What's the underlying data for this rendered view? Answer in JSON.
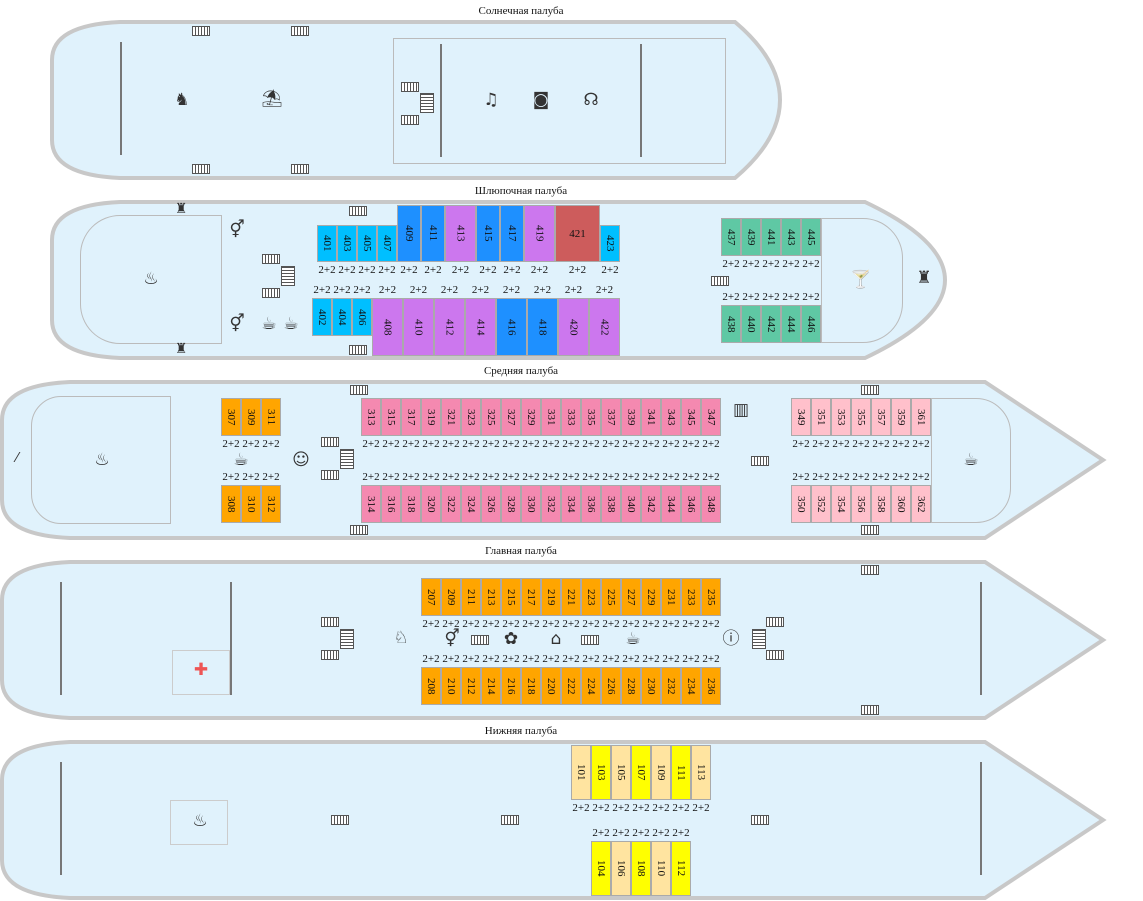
{
  "palette": {
    "cyan": "#00bfff",
    "blue": "#1e90ff",
    "purple": "#cc77ee",
    "red": "#cd5c5c",
    "green": "#5fc8a4",
    "orange": "#ffa500",
    "pink": "#f489b0",
    "lightpink": "#ffc0cb",
    "yellow": "#ffff00",
    "cream": "#ffe4a0",
    "hull_fill": "#e0f2fc",
    "hull_stroke": "#c8c8c8"
  },
  "decks": {
    "sun": {
      "title": "Солнечная палуба"
    },
    "boat": {
      "title": "Шлюпочная палуба"
    },
    "middle": {
      "title": "Средняя палуба"
    },
    "main": {
      "title": "Главная палуба"
    },
    "lower": {
      "title": "Нижняя палуба"
    }
  },
  "icons": {
    "chess": "♞",
    "beach": "⛱",
    "music": "♫",
    "camera": "◙",
    "headphones": "☊",
    "restaurant": "♨",
    "wc": "⚥",
    "coffee": "☕",
    "bar": "🍸",
    "tables": "♜",
    "smoking": "⁄",
    "baby": "☺",
    "rocking_horse": "♘",
    "palette": "✿",
    "iron": "⌂",
    "info": "ⓘ",
    "medical": "✚",
    "sauna": "♨",
    "library": "▥"
  },
  "capacity_label": "2+2",
  "groups": {
    "g401": {
      "color": "cyan",
      "cabins": [
        "401",
        "403",
        "405",
        "407"
      ]
    },
    "g409": {
      "color": "blue",
      "cabins": [
        "409",
        "411"
      ]
    },
    "g413": {
      "color": "purple",
      "cabins": [
        "413"
      ]
    },
    "g415": {
      "color": "blue",
      "cabins": [
        "415",
        "417"
      ]
    },
    "g419": {
      "color": "purple",
      "cabins": [
        "419"
      ]
    },
    "g421": {
      "color": "red",
      "cabins": [
        "421"
      ]
    },
    "g423": {
      "color": "cyan",
      "cabins": [
        "423"
      ]
    },
    "g402": {
      "color": "cyan",
      "cabins": [
        "402",
        "404",
        "406"
      ]
    },
    "g408": {
      "color": "purple",
      "cabins": [
        "408",
        "410",
        "412",
        "414"
      ]
    },
    "g416": {
      "color": "blue",
      "cabins": [
        "416",
        "418"
      ]
    },
    "g420": {
      "color": "purple",
      "cabins": [
        "420",
        "422"
      ]
    },
    "g437": {
      "color": "green",
      "cabins": [
        "437",
        "439",
        "441",
        "443",
        "445"
      ]
    },
    "g438": {
      "color": "green",
      "cabins": [
        "438",
        "440",
        "442",
        "444",
        "446"
      ]
    },
    "g307": {
      "color": "orange",
      "cabins": [
        "307",
        "309",
        "311"
      ]
    },
    "g308": {
      "color": "orange",
      "cabins": [
        "308",
        "310",
        "312"
      ]
    },
    "g313": {
      "color": "pink",
      "cabins": [
        "313",
        "315",
        "317",
        "319",
        "321",
        "323",
        "325",
        "327",
        "329",
        "331",
        "333",
        "335",
        "337",
        "339",
        "341",
        "343",
        "345",
        "347"
      ]
    },
    "g314": {
      "color": "pink",
      "cabins": [
        "314",
        "316",
        "318",
        "320",
        "322",
        "324",
        "326",
        "328",
        "330",
        "332",
        "334",
        "336",
        "338",
        "340",
        "342",
        "344",
        "346",
        "348"
      ]
    },
    "g349": {
      "color": "lightpink",
      "cabins": [
        "349",
        "351",
        "353",
        "355",
        "357",
        "359",
        "361"
      ]
    },
    "g350": {
      "color": "lightpink",
      "cabins": [
        "350",
        "352",
        "354",
        "356",
        "358",
        "360",
        "362"
      ]
    },
    "g207": {
      "color": "orange",
      "cabins": [
        "207",
        "209",
        "211",
        "213",
        "215",
        "217",
        "219",
        "221",
        "223",
        "225",
        "227",
        "229",
        "231",
        "233",
        "235"
      ]
    },
    "g208": {
      "color": "orange",
      "cabins": [
        "208",
        "210",
        "212",
        "214",
        "216",
        "218",
        "220",
        "222",
        "224",
        "226",
        "228",
        "230",
        "232",
        "234",
        "236"
      ]
    },
    "g101": {
      "colors": [
        "cream",
        "yellow",
        "cream",
        "yellow",
        "cream",
        "yellow",
        "cream"
      ],
      "cabins": [
        "101",
        "103",
        "105",
        "107",
        "109",
        "111",
        "113"
      ]
    },
    "g104": {
      "colors": [
        "yellow",
        "cream",
        "yellow",
        "cream",
        "yellow"
      ],
      "cabins": [
        "104",
        "106",
        "108",
        "110",
        "112"
      ]
    }
  }
}
